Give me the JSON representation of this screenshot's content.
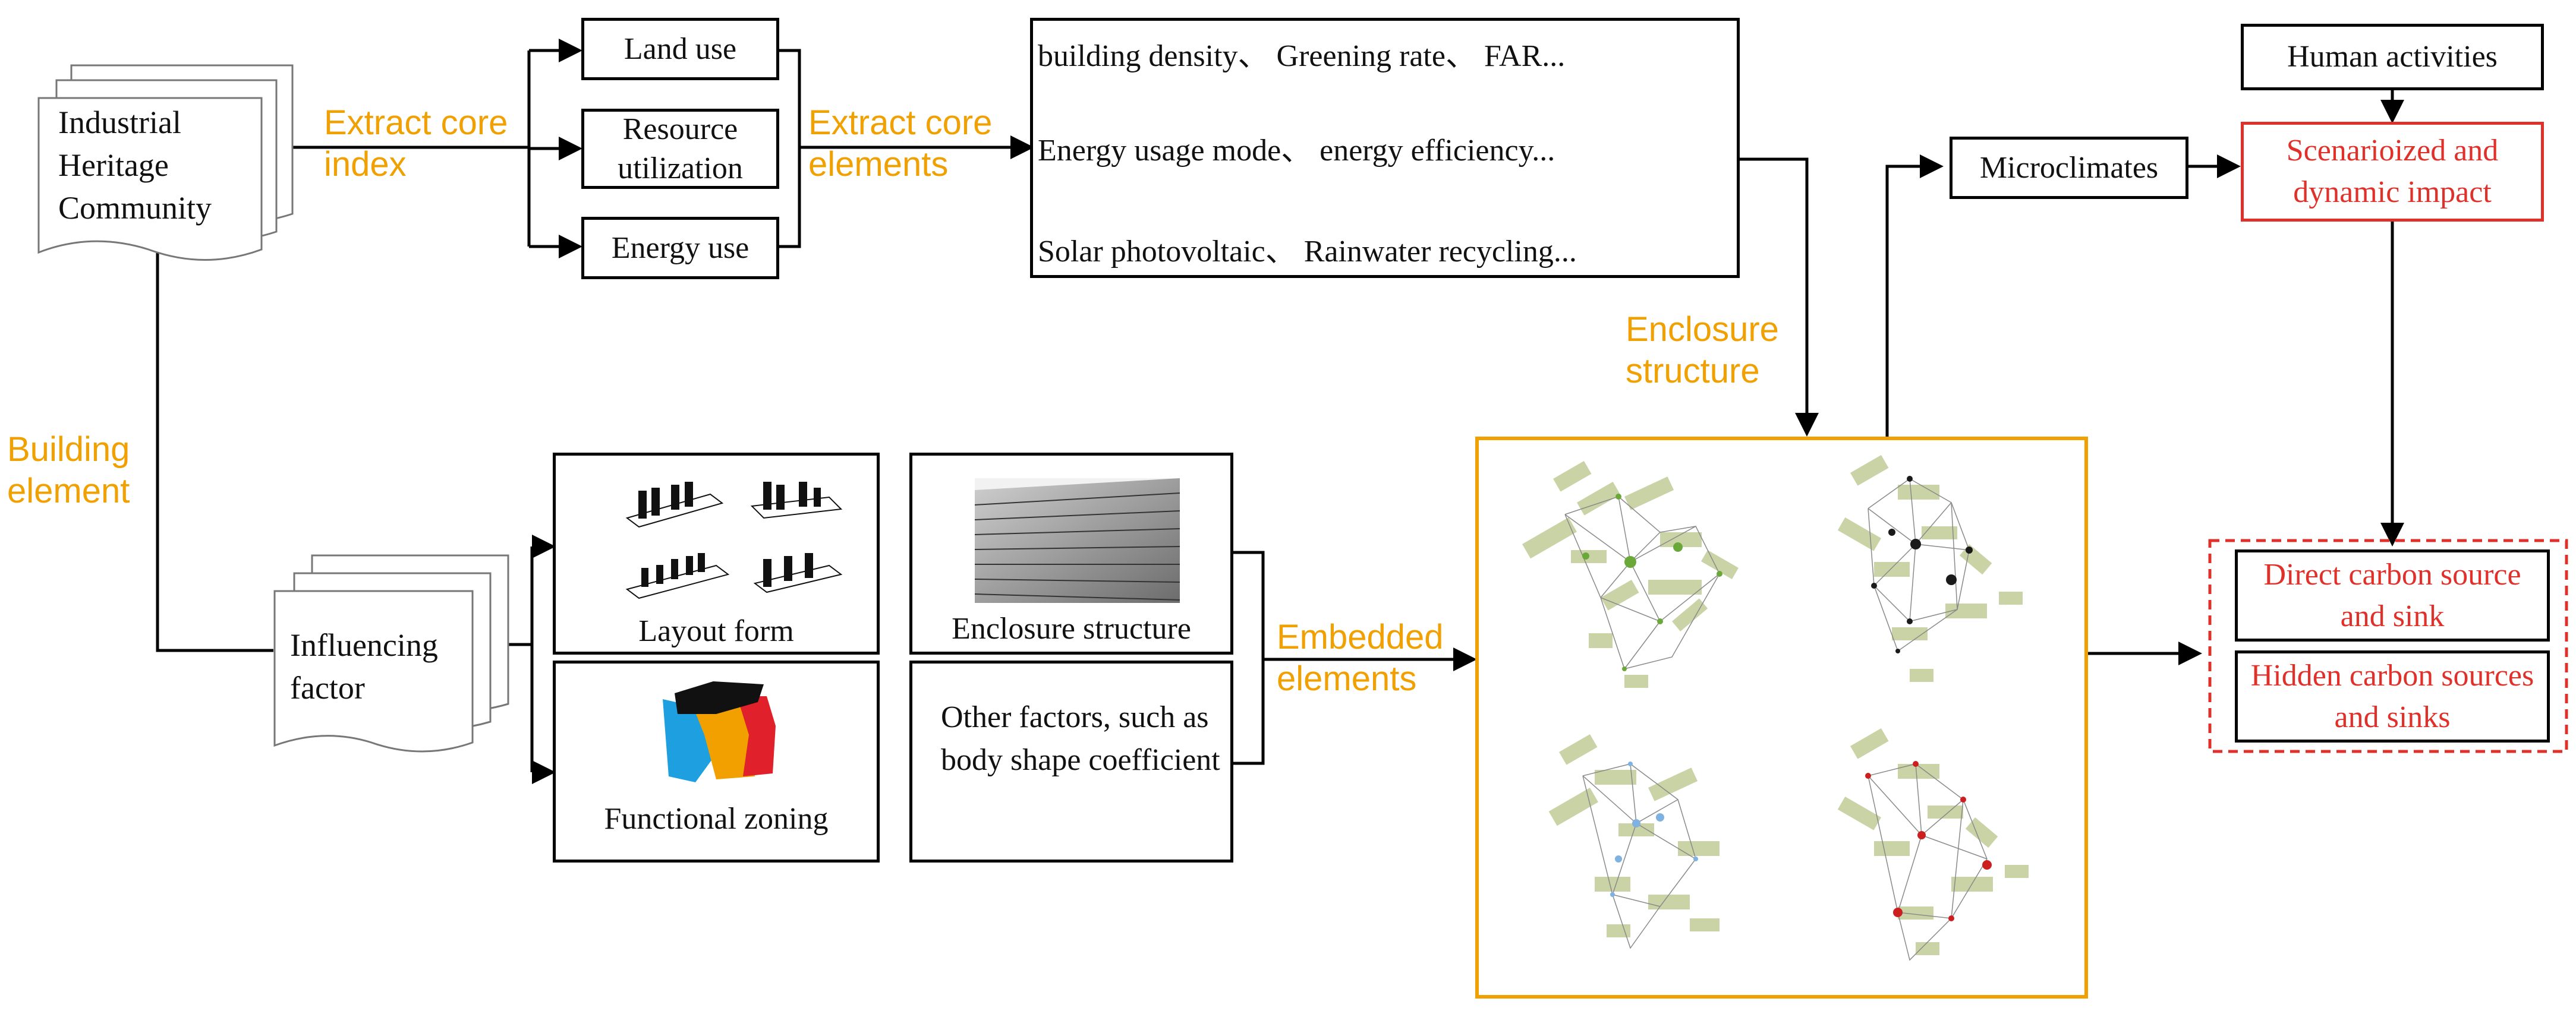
{
  "left": {
    "source_doc": "Industrial Heritage Community",
    "influencing": "Influencing factor"
  },
  "labels": {
    "extract_core_index": "Extract core index",
    "extract_core_elements": "Extract core elements",
    "building_element": "Building element",
    "enclosure_structure": "Enclosure structure",
    "embedded_elements": "Embedded elements"
  },
  "top_boxes": {
    "land_use": "Land use",
    "resource_utilization": "Resource utilization",
    "energy_use": "Energy use"
  },
  "elements_box": {
    "line1": "building density、 Greening rate、 FAR...",
    "line2": "Energy usage mode、 energy efficiency...",
    "line3": "Solar photovoltaic、 Rainwater recycling..."
  },
  "factor_boxes": {
    "layout_form": "Layout form",
    "enclosure_structure": "Enclosure structure",
    "functional_zoning": "Functional zoning",
    "other_factors": "Other factors, such as body shape coefficient"
  },
  "right": {
    "human_activities": "Human activities",
    "microclimates": "Microclimates",
    "scenario": "Scenarioized and dynamic impact",
    "direct_carbon": "Direct carbon source and sink",
    "hidden_carbon": "Hidden carbon sources and sinks"
  },
  "colors": {
    "orange_label": "#f0a000",
    "orange_frame": "#f0a000",
    "red_box": "#e0302a",
    "map_patch": "#c9d3a6",
    "node_green": "#6aa83a",
    "node_black": "#1a1a1a",
    "node_blue": "#7fb2e0",
    "node_red": "#cc2020"
  },
  "icons": [
    "document-stack-icon",
    "building-blocks-icon",
    "facade-photo-icon",
    "zoning-shape-icon",
    "network-map-icon"
  ]
}
